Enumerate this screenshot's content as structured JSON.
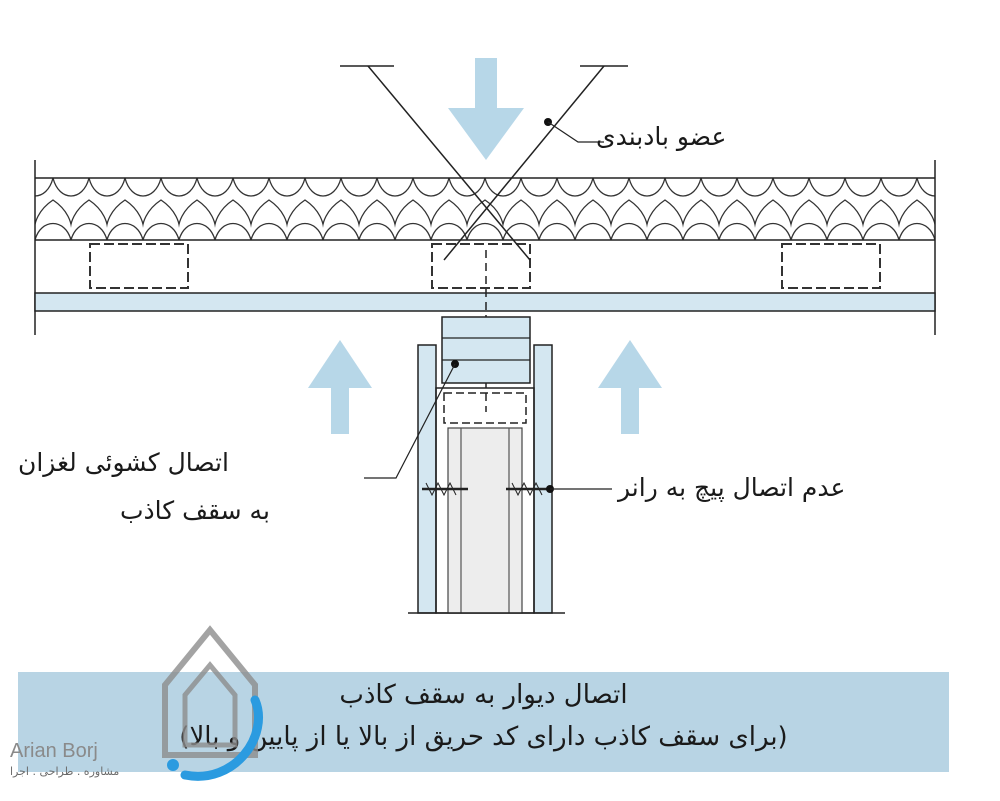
{
  "labels": {
    "bracing_member": "عضو بادبندی",
    "slip_connection_line1": "اتصال کشوئی لغزان",
    "slip_connection_line2": "به سقف کاذب",
    "no_screw_connection": "عدم اتصال پیچ به رانر"
  },
  "caption": {
    "line1": "اتصال دیوار به سقف کاذب",
    "line2": "(برای سقف کاذب دارای کد حریق از بالا یا از پایین و بالا)"
  },
  "watermark": {
    "name": "Arian Borj",
    "tagline": "مشاوره . طراحی . اجرا"
  },
  "colors": {
    "arrow": "#b7d7e8",
    "board": "#d4e7f1",
    "caption_bg": "#b8d4e4",
    "line": "#222222",
    "logo_gray": "#8c8c8c",
    "logo_blue": "#2b9be0"
  }
}
